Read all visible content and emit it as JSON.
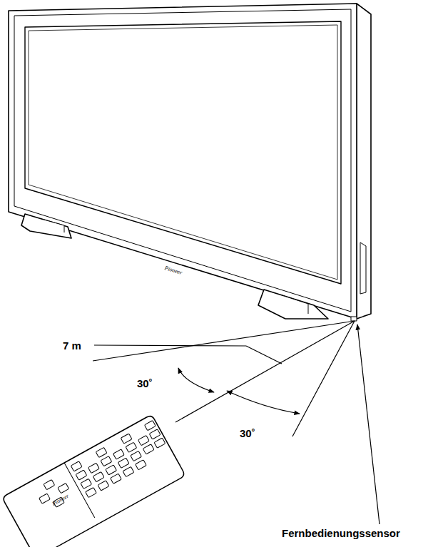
{
  "diagram": {
    "labels": [
      "7 m",
      "30˚",
      "30˚",
      "Fernbedienungssensor",
      "Pioneer",
      "Pioneer"
    ]
  }
}
